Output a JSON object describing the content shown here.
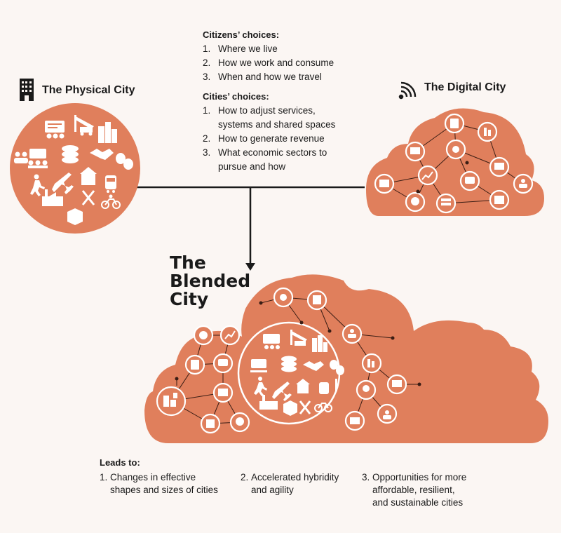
{
  "colors": {
    "accent": "#e07f5c",
    "background": "#fbf6f3",
    "text": "#1a1a1a"
  },
  "physical_city": {
    "title": "The Physical City",
    "icon": "building-icon"
  },
  "digital_city": {
    "title": "The Digital City",
    "icon": "wifi-icon"
  },
  "citizens": {
    "heading": "Citizens’ choices:",
    "items": [
      {
        "num": "1.",
        "text": "Where we live"
      },
      {
        "num": "2.",
        "text": "How we work and consume"
      },
      {
        "num": "3.",
        "text": "When and how we travel"
      }
    ]
  },
  "cities": {
    "heading": "Cities’ choices:",
    "items": [
      {
        "num": "1.",
        "text": "How to adjust services,",
        "text2": "systems and shared spaces"
      },
      {
        "num": "2.",
        "text": "How to generate revenue"
      },
      {
        "num": "3.",
        "text": "What economic sectors to",
        "text2": "pursue and how"
      }
    ]
  },
  "blended_city": {
    "line1": "The",
    "line2": "Blended",
    "line3": "City"
  },
  "leads_to": {
    "heading": "Leads to:",
    "items": [
      {
        "num": "1.",
        "line1": "Changes in effective",
        "line2": "shapes and sizes of cities"
      },
      {
        "num": "2.",
        "line1": "Accelerated hybridity",
        "line2": "and agility"
      },
      {
        "num": "3.",
        "line1": "Opportunities for more",
        "line2": "affordable, resilient,",
        "line3": "and sustainable cities"
      }
    ]
  }
}
